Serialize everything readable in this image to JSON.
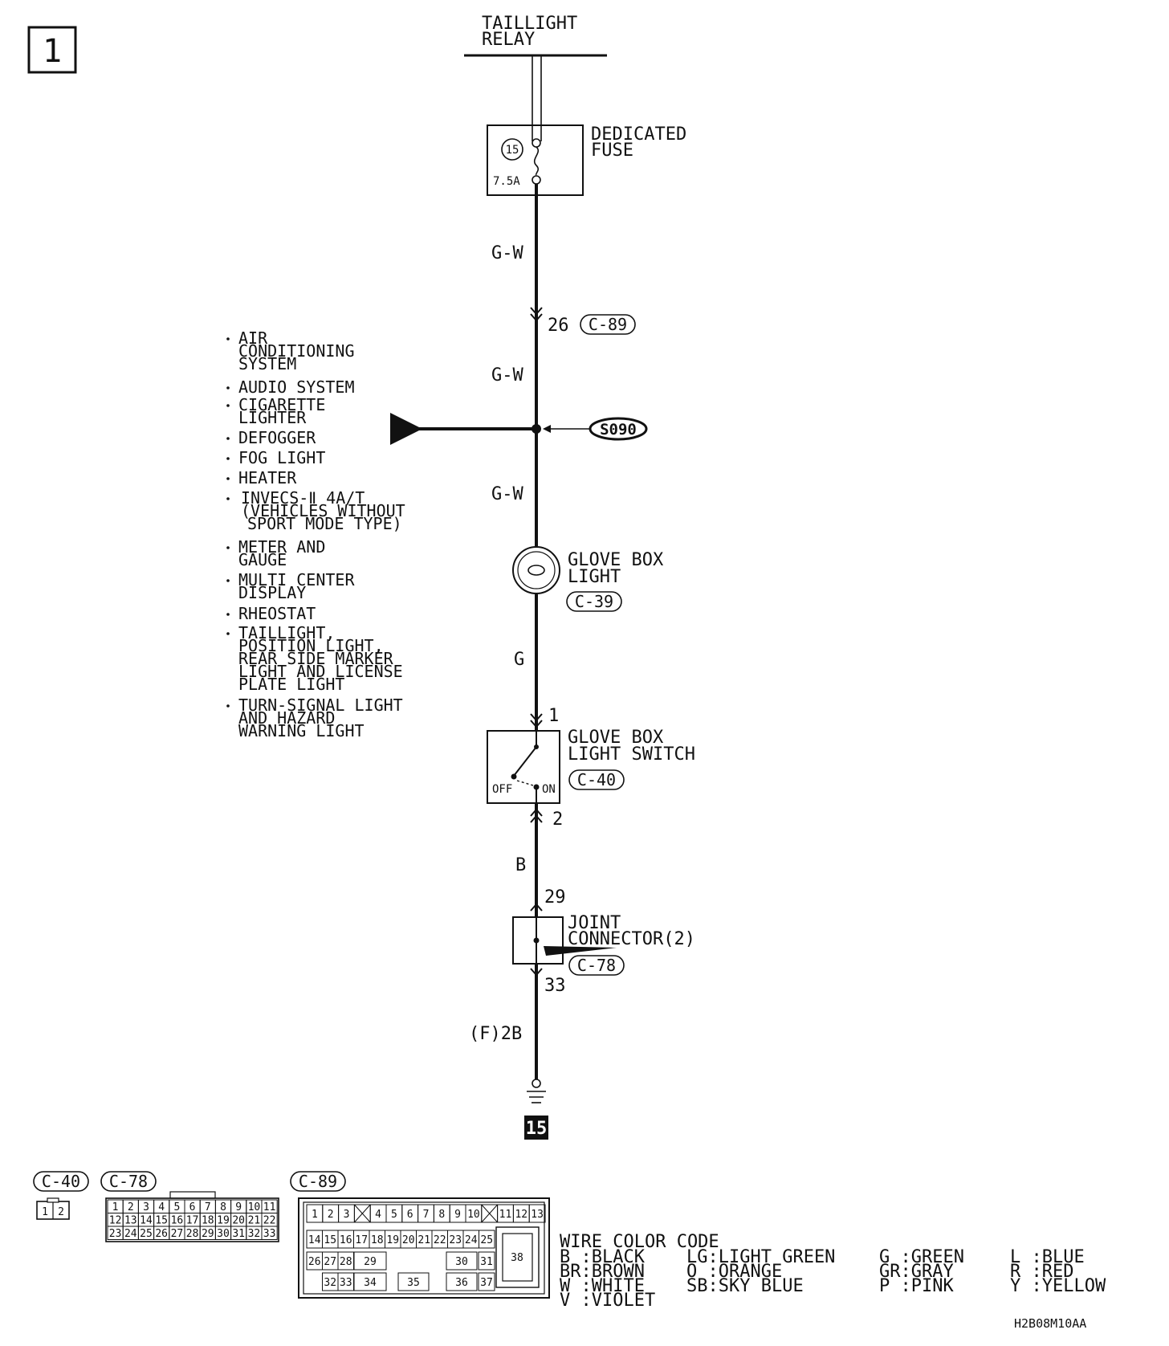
{
  "page_number": "1",
  "drawing_code": "H2B08M10AA",
  "components": {
    "taillight_relay": [
      "TAILLIGHT",
      "RELAY"
    ],
    "dedicated_fuse": {
      "label": [
        "DEDICATED",
        "FUSE"
      ],
      "number": "15",
      "rating": "7.5A"
    },
    "glove_box_light": {
      "label": [
        "GLOVE BOX",
        "LIGHT"
      ],
      "connector": "C-39"
    },
    "glove_box_light_switch": {
      "label": [
        "GLOVE BOX",
        "LIGHT SWITCH"
      ],
      "connector": "C-40",
      "off": "OFF",
      "on": "ON"
    },
    "joint_connector": {
      "label": [
        "JOINT",
        "CONNECTOR(2)"
      ],
      "connector": "C-78"
    },
    "splice": "S090",
    "ground": "15"
  },
  "wires": {
    "w1": "G-W",
    "w2": "G-W",
    "w3": "G-W",
    "w4": "G",
    "w5": "B",
    "w6": "(F)2B"
  },
  "terminals": {
    "c89_pin": "26",
    "c89_conn": "C-89",
    "switch_in": "1",
    "switch_out": "2",
    "jc_in": "29",
    "jc_out": "33"
  },
  "branch_list": [
    [
      "AIR",
      "CONDITIONING",
      "SYSTEM"
    ],
    [
      "AUDIO SYSTEM"
    ],
    [
      "CIGARETTE",
      "LIGHTER"
    ],
    [
      "DEFOGGER"
    ],
    [
      "FOG LIGHT"
    ],
    [
      "HEATER"
    ],
    [
      "INVECS-Ⅱ 4A/T",
      "(VEHICLES WITHOUT",
      "SPORT MODE TYPE)"
    ],
    [
      "METER AND",
      "GAUGE"
    ],
    [
      "MULTI CENTER",
      "DISPLAY"
    ],
    [
      "RHEOSTAT"
    ],
    [
      "TAILLIGHT,",
      "POSITION LIGHT,",
      "REAR SIDE MARKER",
      "LIGHT AND LICENSE",
      "PLATE LIGHT"
    ],
    [
      "TURN-SIGNAL LIGHT",
      "AND HAZARD",
      "WARNING LIGHT"
    ]
  ],
  "connector_views": {
    "c40": {
      "label": "C-40",
      "pins": [
        "1",
        "2"
      ]
    },
    "c78": {
      "label": "C-78",
      "rows": [
        [
          "1",
          "2",
          "3",
          "4",
          "5",
          "6",
          "7",
          "8",
          "9",
          "10",
          "11"
        ],
        [
          "12",
          "13",
          "14",
          "15",
          "16",
          "17",
          "18",
          "19",
          "20",
          "21",
          "22"
        ],
        [
          "23",
          "24",
          "25",
          "26",
          "27",
          "28",
          "29",
          "30",
          "31",
          "32",
          "33"
        ]
      ]
    },
    "c89": {
      "label": "C-89",
      "row1": [
        "1",
        "2",
        "3",
        "",
        "4",
        "5",
        "6",
        "7",
        "8",
        "9",
        "10",
        "",
        "11",
        "12",
        "13"
      ],
      "row2": [
        "14",
        "15",
        "16",
        "17",
        "18",
        "19",
        "20",
        "21",
        "22",
        "23",
        "24",
        "25"
      ],
      "row3": [
        "26",
        "27",
        "28",
        "29",
        "30",
        "31"
      ],
      "row4": [
        "32",
        "33",
        "34",
        "35",
        "36",
        "37"
      ],
      "big": "38"
    }
  },
  "wire_color_code": {
    "title": "WIRE COLOR CODE",
    "col1": [
      "B :BLACK",
      "BR:BROWN",
      "W :WHITE",
      "V :VIOLET"
    ],
    "col2": [
      "LG:LIGHT GREEN",
      "O :ORANGE",
      "SB:SKY BLUE"
    ],
    "col3": [
      "G :GREEN",
      "GR:GRAY",
      "P :PINK"
    ],
    "col4": [
      "L :BLUE",
      "R :RED",
      "Y :YELLOW"
    ]
  }
}
